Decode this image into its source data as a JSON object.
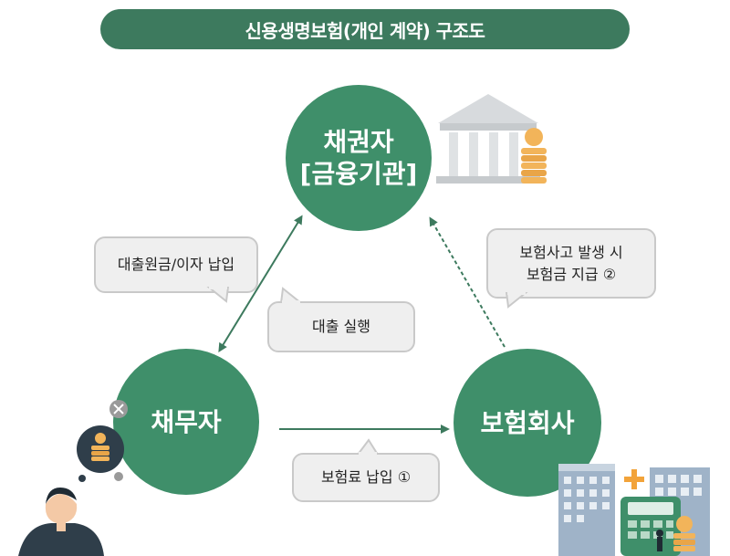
{
  "title": "신용생명보험(개인 계약) 구조도",
  "nodes": {
    "creditor_line1": "채권자",
    "creditor_line2": "[금융기관]",
    "debtor": "채무자",
    "insurer": "보험회사"
  },
  "labels": {
    "repayment": "대출원금/이자 납입",
    "loan": "대출 실행",
    "claim_line1": "보험사고 발생 시",
    "claim_line2": "보험금 지급 ②",
    "premium": "보험료 납입 ①"
  },
  "colors": {
    "title_bg": "#3d7a5e",
    "node": "#3f8f6a",
    "bubble_bg": "#efefef",
    "bubble_border": "#c9c9c9",
    "arrow": "#3d7a5e"
  },
  "icons": [
    "bank-building-icon",
    "coin-stack-icon",
    "person-thinking-icon",
    "office-buildings-icon",
    "calculator-icon"
  ]
}
